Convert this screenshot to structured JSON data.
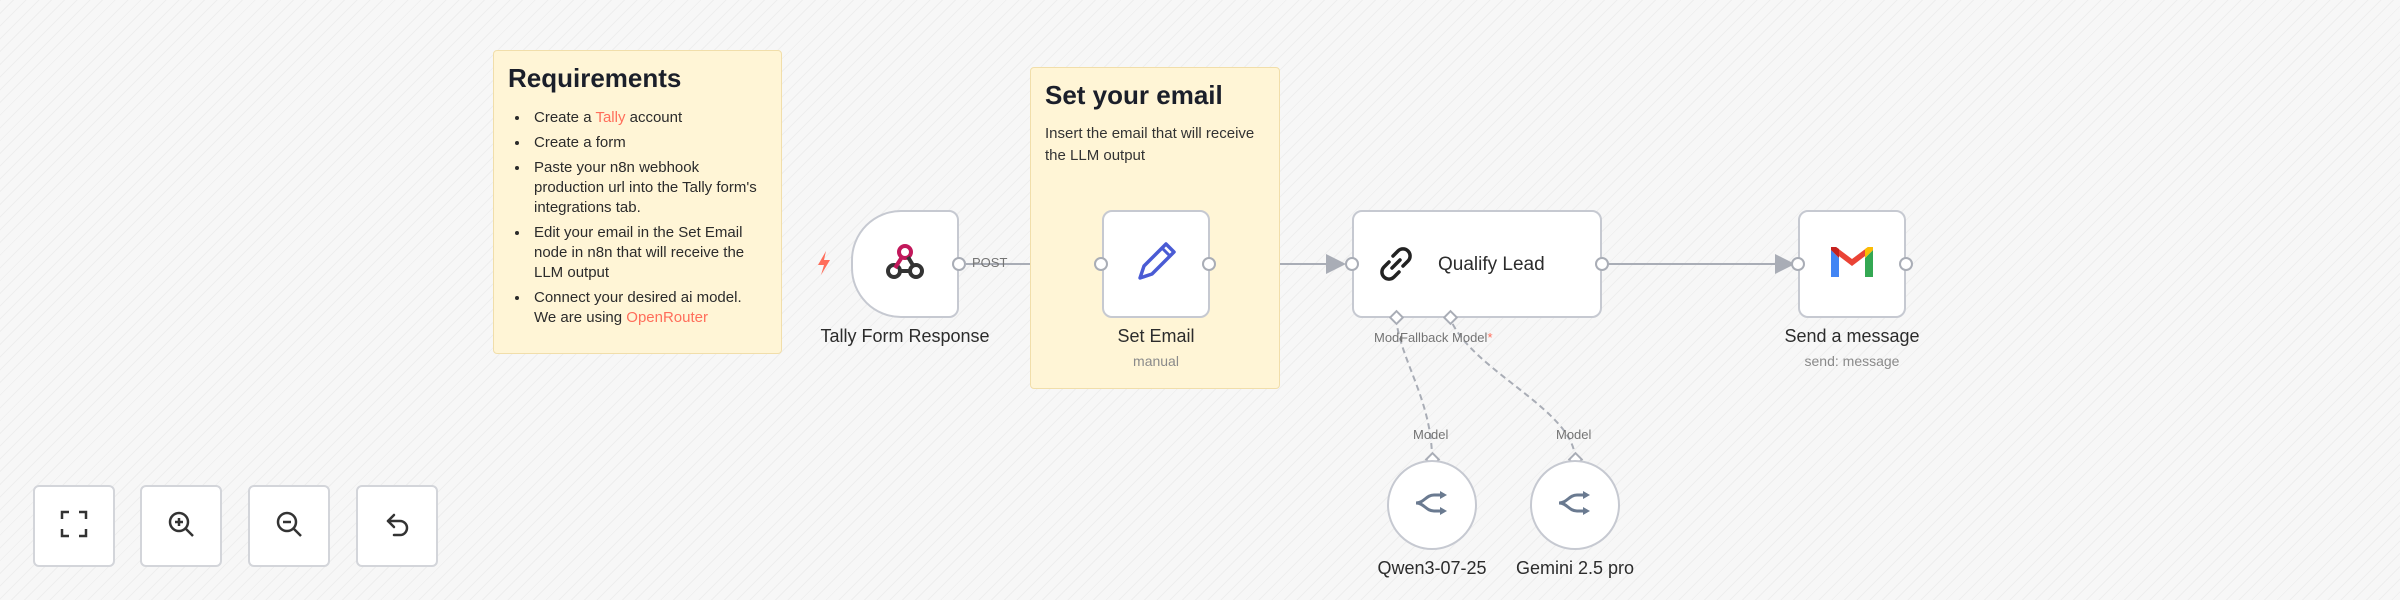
{
  "sticky_requirements": {
    "title": "Requirements",
    "items": [
      {
        "before": "Create a ",
        "link": "Tally",
        "after": " account"
      },
      {
        "before": "Create a form",
        "link": "",
        "after": ""
      },
      {
        "before": "Paste your n8n webhook production url into the Tally form's integrations tab.",
        "link": "",
        "after": ""
      },
      {
        "before": "Edit your email in the Set Email node in n8n that will receive the LLM output",
        "link": "",
        "after": ""
      },
      {
        "before": "Connect your desired ai model. We are using ",
        "link": "OpenRouter",
        "after": ""
      }
    ]
  },
  "sticky_email": {
    "title": "Set your email",
    "body": "Insert the email that will receive the LLM output"
  },
  "nodes": {
    "tally": {
      "label": "Tally Form Response",
      "icon": "webhook-icon",
      "edge_label": "POST"
    },
    "set_email": {
      "label": "Set Email",
      "subtitle": "manual",
      "icon": "pencil-icon"
    },
    "qualify": {
      "label": "Qualify Lead",
      "icon": "chain-link-icon",
      "input_model": "Model",
      "input_fallback": "Fallback Model",
      "required_mark": "*"
    },
    "gmail": {
      "label": "Send a message",
      "subtitle": "send: message",
      "icon": "gmail-icon"
    },
    "qwen": {
      "label": "Qwen3-07-25",
      "port_label": "Model",
      "icon": "openrouter-icon"
    },
    "gemini": {
      "label": "Gemini 2.5 pro",
      "port_label": "Model",
      "icon": "openrouter-icon"
    }
  },
  "controls": [
    {
      "name": "fit-view",
      "icon": "fullscreen-icon"
    },
    {
      "name": "zoom-in",
      "icon": "zoom-in-icon"
    },
    {
      "name": "zoom-out",
      "icon": "zoom-out-icon"
    },
    {
      "name": "reset-zoom",
      "icon": "undo-icon"
    }
  ],
  "colors": {
    "accent": "#ff6d5a",
    "sticky_bg": "#fff5d6",
    "node_border": "#c6c9d1",
    "edge": "#a9adb6"
  }
}
